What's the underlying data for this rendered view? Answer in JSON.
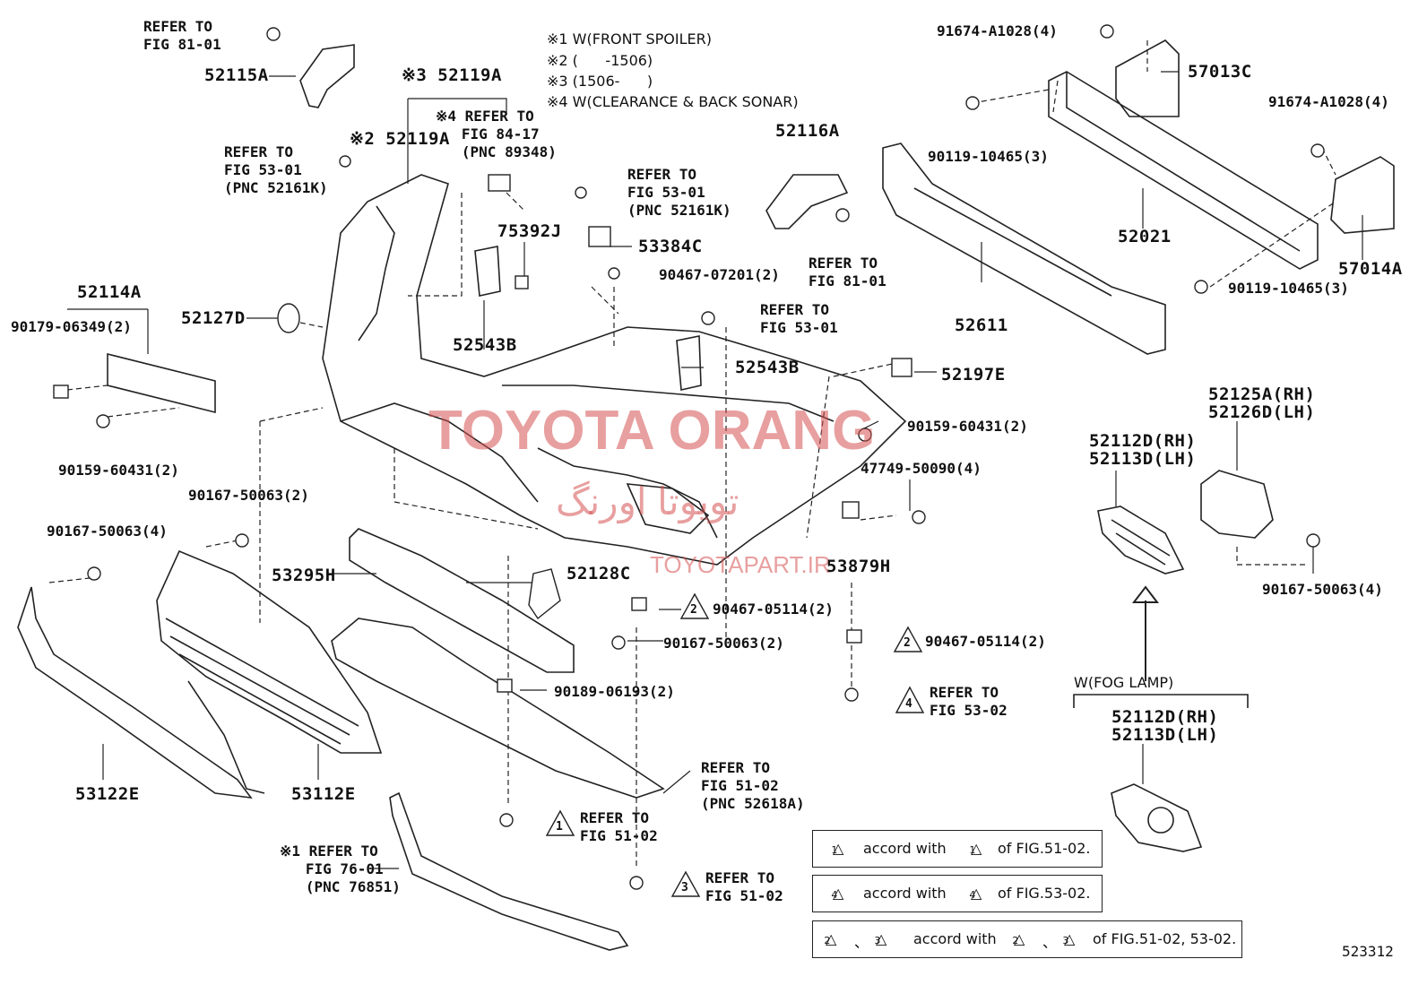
{
  "notes": [
    "※1 W(FRONT SPOILER)",
    "※2 (      -1506)",
    "※3 (1506-      )",
    "※4 W(CLEARANCE & BACK SONAR)"
  ],
  "labels": {
    "refer_81_01_top": "REFER TO\nFIG 81-01",
    "p52115A": "52115A",
    "p52119A_3": "※3 52119A",
    "p52119A_2": "※2 52119A",
    "refer_84_17": "※4 REFER TO\n   FIG 84-17\n   (PNC 89348)",
    "refer_53_01_left": "REFER TO\nFIG 53-01\n(PNC 52161K)",
    "refer_53_01_mid": "REFER TO\nFIG 53-01\n(PNC 52161K)",
    "p75392J": "75392J",
    "p53384C": "53384C",
    "p90467_07201": "90467-07201(2)",
    "refer_53_01_b": "REFER TO\nFIG 53-01",
    "p52116A": "52116A",
    "refer_81_01_mid": "REFER TO\nFIG 81-01",
    "p91674_top": "91674-A1028(4)",
    "p57013C": "57013C",
    "p91674_right": "91674-A1028(4)",
    "p90119_left": "90119-10465(3)",
    "p52021": "52021",
    "p57014A": "57014A",
    "p90119_right": "90119-10465(3)",
    "p52611": "52611",
    "p52114A": "52114A",
    "p90179": "90179-06349(2)",
    "p52127D": "52127D",
    "p52543B_a": "52543B",
    "p52543B_b": "52543B",
    "p52197E": "52197E",
    "p90159_mid": "90159-60431(2)",
    "p90159_left": "90159-60431(2)",
    "p47749": "47749-50090(4)",
    "p52125A": "52125A(RH)\n52126D(LH)",
    "p52112D_a": "52112D(RH)\n52113D(LH)",
    "p90167_2": "90167-50063(2)",
    "p90167_4": "90167-50063(4)",
    "p53879H": "53879H",
    "p53295H": "53295H",
    "p52128C": "52128C",
    "p90467_05114_a": "90467-05114(2)",
    "p90467_05114_b": "90467-05114(2)",
    "p90167_mid": "90167-50063(2)",
    "p90167_right": "90167-50063(4)",
    "p90189": "90189-06193(2)",
    "refer_53_02": "REFER TO\nFIG 53-02",
    "fog_lamp": "W(FOG LAMP)",
    "p52112D_b": "52112D(RH)\n52113D(LH)",
    "p53122E": "53122E",
    "p53112E": "53112E",
    "refer_51_02_a": "REFER TO\nFIG 51-02\n(PNC 52618A)",
    "refer_51_02_b": "REFER TO\nFIG 51-02",
    "refer_76_01": "※1 REFER TO\n   FIG 76-01\n   (PNC 76851)",
    "refer_51_02_c": "REFER TO\nFIG 51-02",
    "fig_number": "523312"
  },
  "triangles": {
    "t1": "1",
    "t2": "2",
    "t3": "3",
    "t4": "4"
  },
  "legend": [
    {
      "a": "1",
      "text": "accord with",
      "b": "1",
      "tail": "of FIG.51-02."
    },
    {
      "a": "4",
      "text": "accord with",
      "b": "4",
      "tail": "of FIG.53-02."
    },
    {
      "a": "2",
      "sep": "、",
      "a2": "3",
      "text": "accord with",
      "b": "2",
      "sep2": "、",
      "b2": "3",
      "tail": "of FIG.51-02, 53-02."
    }
  ],
  "watermark": {
    "main": "TOYOTA ORANG",
    "persian": "تویوتا اورنگ",
    "url": "TOYOTAPART.IR"
  }
}
